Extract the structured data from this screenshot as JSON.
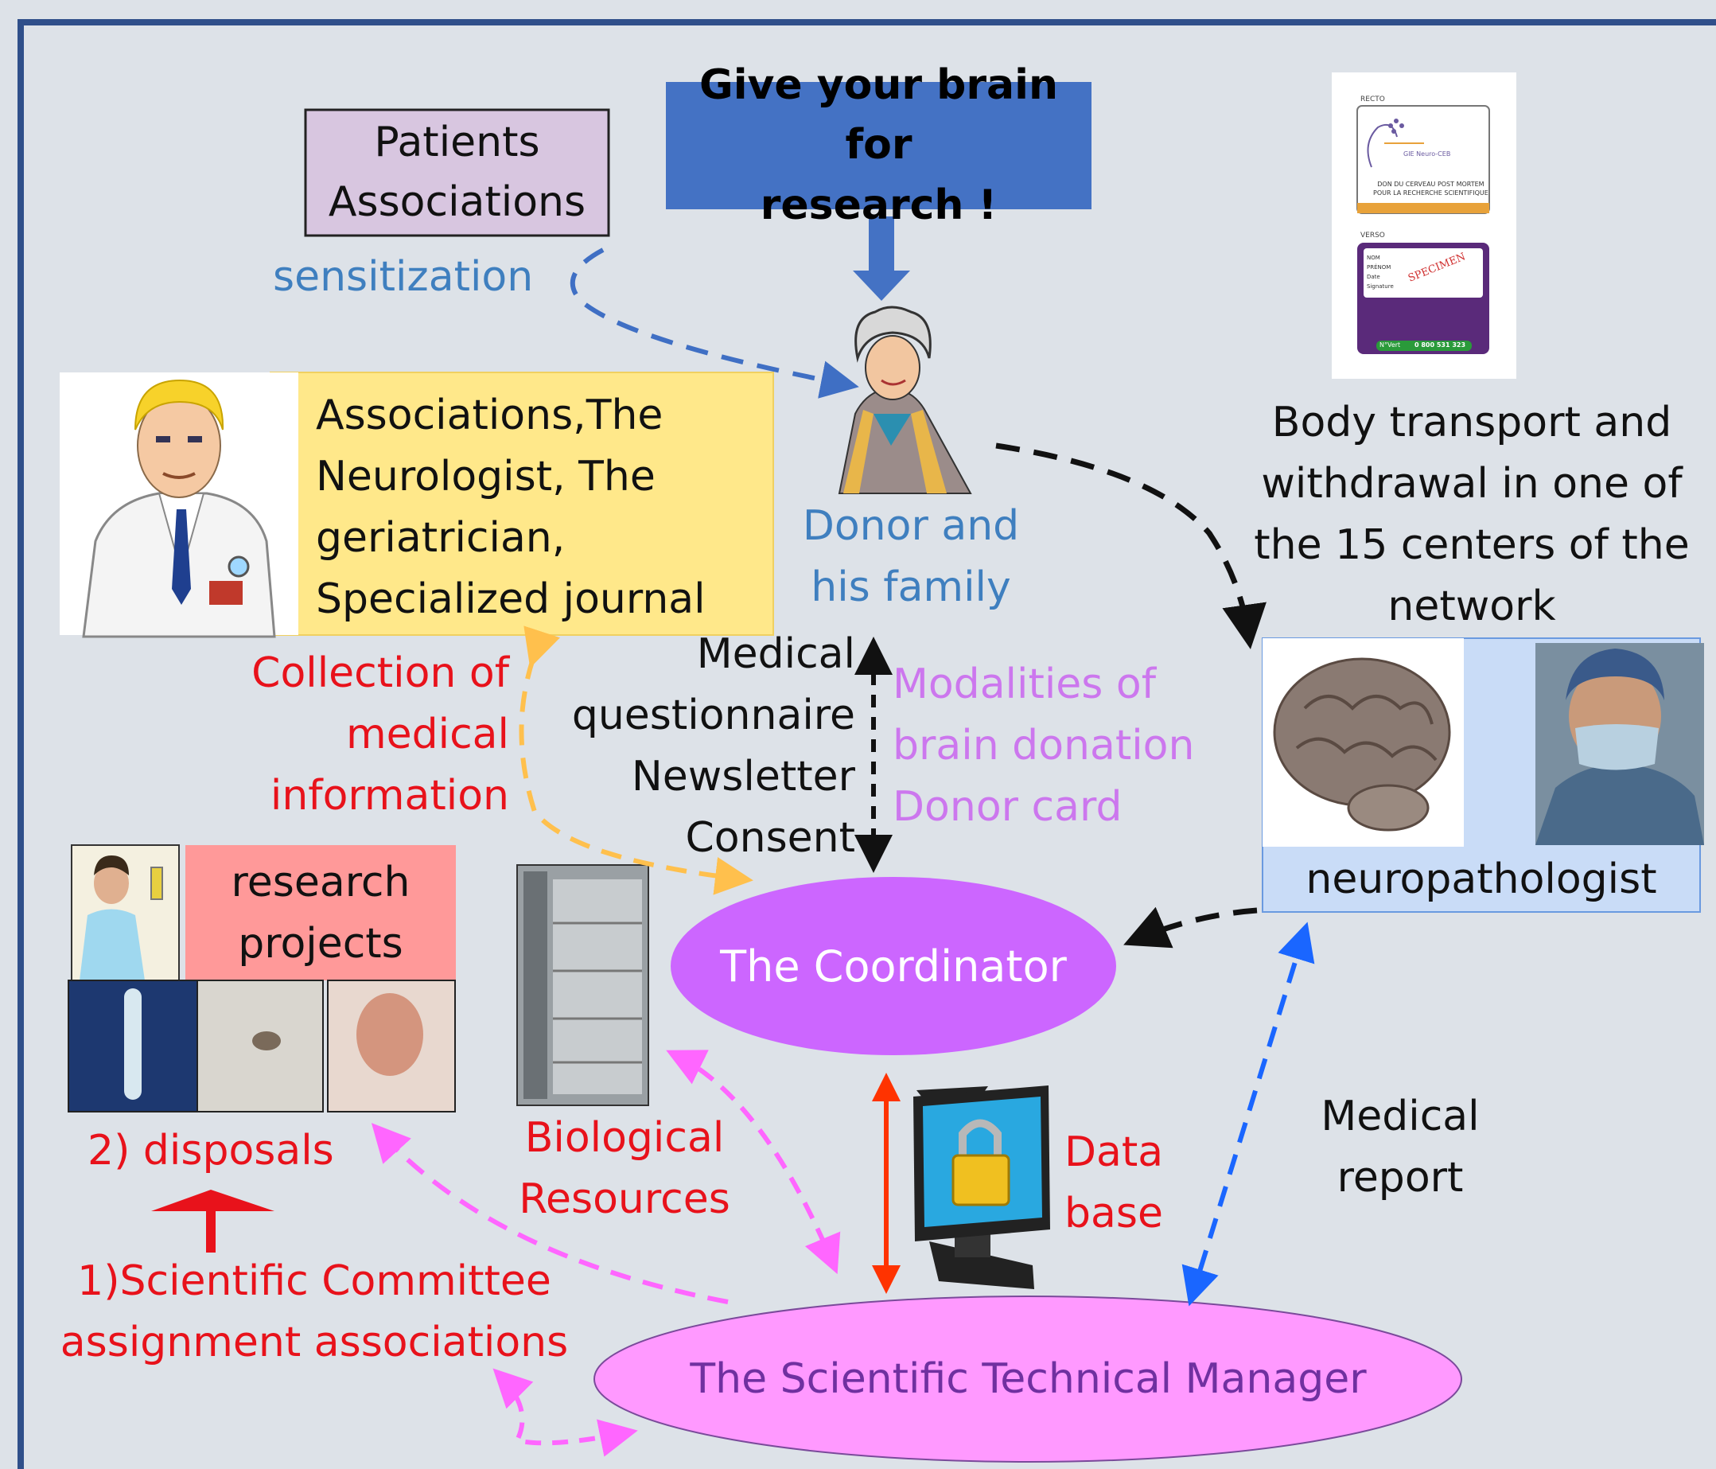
{
  "nodes": {
    "patients_associations": [
      "Patients",
      "Associations"
    ],
    "campaign": [
      "Give your brain for",
      "research !"
    ],
    "sensitization": "sensitization",
    "info_sources": [
      "Associations,The",
      "Neurologist, The",
      "geriatrician,",
      "Specialized journal"
    ],
    "donor": [
      "Donor and",
      "his family"
    ],
    "transport": [
      "Body transport and",
      "withdrawal in one of",
      "the 15 centers of the",
      "network"
    ],
    "neuropathologist": "neuropathologist",
    "collection": [
      "Collection of",
      "medical",
      "information"
    ],
    "docs_to_coordinator": [
      "Medical",
      "questionnaire",
      "Newsletter",
      "Consent"
    ],
    "modalities": [
      "Modalities of",
      "brain donation",
      "Donor card"
    ],
    "coordinator": "The Coordinator",
    "research_projects": [
      "research",
      "projects"
    ],
    "disposals": "2) disposals",
    "biological_resources": [
      "Biological",
      "Resources"
    ],
    "database": [
      "Data",
      "base"
    ],
    "medical_report": [
      "Medical",
      "report"
    ],
    "scientific_committee": [
      "1)Scientific Committee",
      "assignment associations"
    ],
    "technical_manager": "The Scientific Technical Manager"
  },
  "donor_card": {
    "recto_label": "RECTO",
    "verso_label": "VERSO",
    "logo_text": "GIE Neuro-CEB",
    "recto_caption": [
      "DON DU CERVEAU POST MORTEM",
      "POUR LA RECHERCHE SCIENTIFIQUE"
    ],
    "fields": [
      "NOM",
      "PRÉNOM",
      "Date",
      "Signature"
    ],
    "stamp": "SPECIMEN",
    "phone": "0 800 531 323",
    "phone_prefix": "N°Vert"
  },
  "colors": {
    "background": "#dde2e8",
    "frame": "#2f4f8a",
    "patients_box": "#d8c6e0",
    "campaign_box": "#4472c4",
    "info_box": "#ffe88a",
    "neuro_box": "#c9dcf7",
    "research_box": "#ff9999",
    "coordinator_fill": "#cc66ff",
    "manager_fill": "#ff99ff",
    "blue_text": "#3f7fbf",
    "red_text": "#e8121b",
    "violet_text": "#cc77ee",
    "manager_text": "#7030a0",
    "arrow_orange": "#ffc04d",
    "arrow_pink": "#ff66ff",
    "arrow_red": "#ff3300",
    "arrow_blue": "#1a66ff"
  },
  "icons": [
    "doctor-icon",
    "donor-woman-icon",
    "donor-card-icon",
    "brain-icon",
    "surgeon-icon",
    "lab-researcher-icon",
    "test-tube-icon",
    "tissue-sample-icon",
    "storage-cabinet-icon",
    "computer-lock-icon"
  ]
}
